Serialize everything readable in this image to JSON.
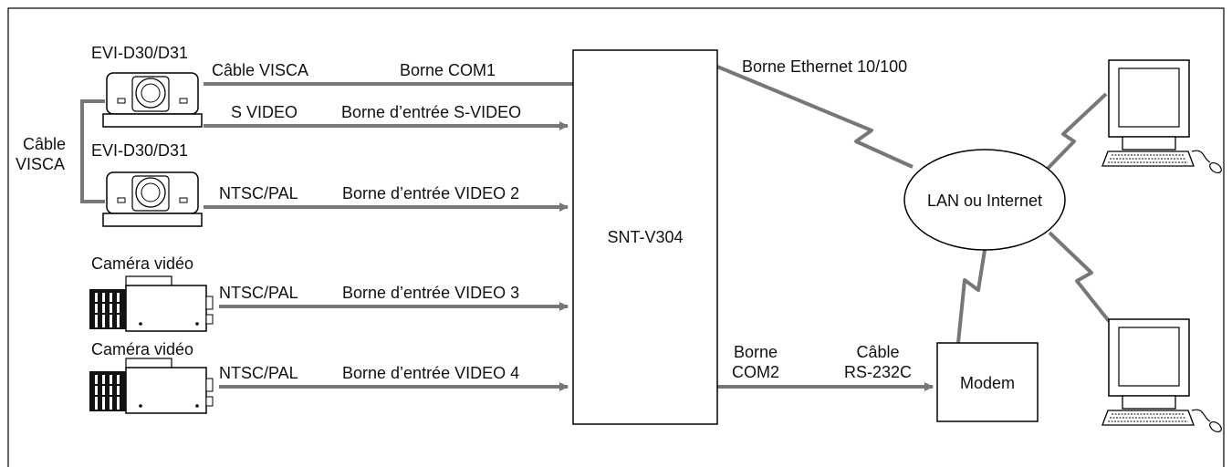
{
  "devices": {
    "cam1": "EVI-D30/D31",
    "cam2": "EVI-D30/D31",
    "cam3": "Caméra vidéo",
    "cam4": "Caméra vidéo"
  },
  "visca_left": [
    "Câble",
    "VISCA"
  ],
  "links": {
    "visca_cable": "Câble VISCA",
    "com1": "Borne COM1",
    "svideo": "S VIDEO",
    "svideo_in": "Borne d’entrée S-VIDEO",
    "ntsc2": "NTSC/PAL",
    "video2": "Borne d’entrée VIDEO 2",
    "ntsc3": "NTSC/PAL",
    "video3": "Borne d’entrée VIDEO 3",
    "ntsc4": "NTSC/PAL",
    "video4": "Borne d’entrée VIDEO 4",
    "ethernet": "Borne Ethernet 10/100",
    "com2": [
      "Borne",
      "COM2"
    ],
    "rs232": [
      "Câble",
      "RS-232C"
    ]
  },
  "hub": "SNT-V304",
  "network": "LAN ou Internet",
  "modem": "Modem",
  "colors": {
    "line": "#777777",
    "stroke": "#000000"
  }
}
